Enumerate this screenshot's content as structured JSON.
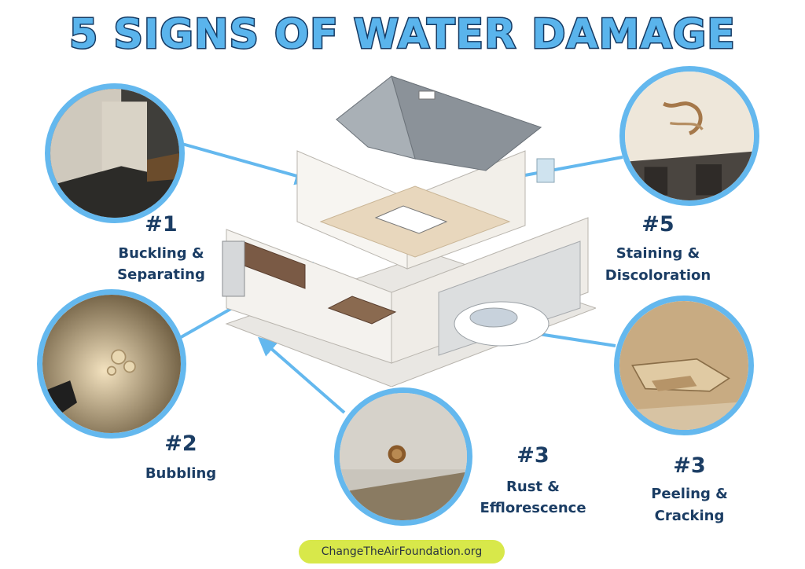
{
  "title": "5 SIGNS OF WATER DAMAGE",
  "signs": [
    {
      "number": "#1",
      "label_line1": "Buckling &",
      "label_line2": "Separating"
    },
    {
      "number": "#2",
      "label_line1": "Bubbling",
      "label_line2": ""
    },
    {
      "number": "#3",
      "label_line1": "Rust &",
      "label_line2": "Efflorescence"
    },
    {
      "number": "#3",
      "label_line1": "Peeling &",
      "label_line2": "Cracking"
    },
    {
      "number": "#5",
      "label_line1": "Staining &",
      "label_line2": "Discoloration"
    }
  ],
  "footer": "ChangeTheAirFoundation.org",
  "colors": {
    "accent": "#64b8ee",
    "title_fill": "#5ab4ec",
    "text": "#1b3d64",
    "footer_bg": "#d8e84a"
  }
}
